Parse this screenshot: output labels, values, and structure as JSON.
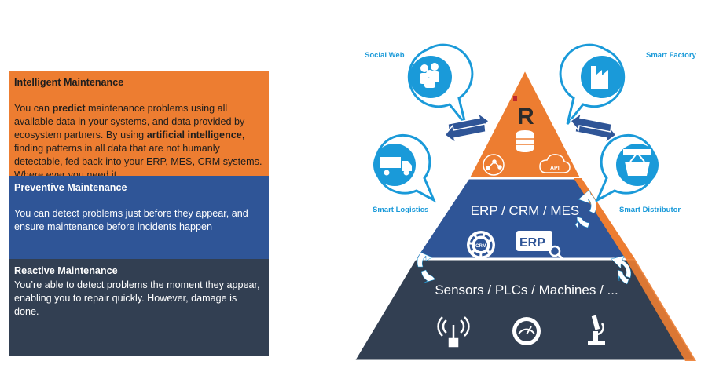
{
  "panels": {
    "intelligent": {
      "title": "Intelligent Maintenance",
      "t1": "You can ",
      "b1": "predict",
      "t2": " maintenance problems using all available data in your systems, and data provided by ecosystem partners. By using ",
      "b2": "artificial intelligence",
      "t3": ", finding patterns in all data that are not humanly detectable, fed back into your ERP, MES, CRM systems. Where ever you need it."
    },
    "preventive": {
      "title": "Preventive Maintenance",
      "body": "You can detect problems just before they appear, and ensure maintenance before incidents happen"
    },
    "reactive": {
      "title": "Reactive Maintenance",
      "body": "You’re able to detect problems the moment they appear, enabling you to repair quickly. However, damage is done."
    }
  },
  "pyramid": {
    "top_logo": "R",
    "api_label": "API",
    "middle_label": "ERP / CRM / MES",
    "crm_label": "CRM",
    "erp_label": "ERP",
    "bottom_label": "Sensors / PLCs / Machines / ..."
  },
  "ecosystem": {
    "social_web": "Social Web",
    "smart_factory": "Smart Factory",
    "smart_logistics": "Smart Logistics",
    "smart_distributor": "Smart Distributor"
  },
  "colors": {
    "orange": "#ed7d31",
    "blue": "#2f5597",
    "navy": "#323f52",
    "sky": "#1a9ad9",
    "logo_red": "#c0272d"
  }
}
